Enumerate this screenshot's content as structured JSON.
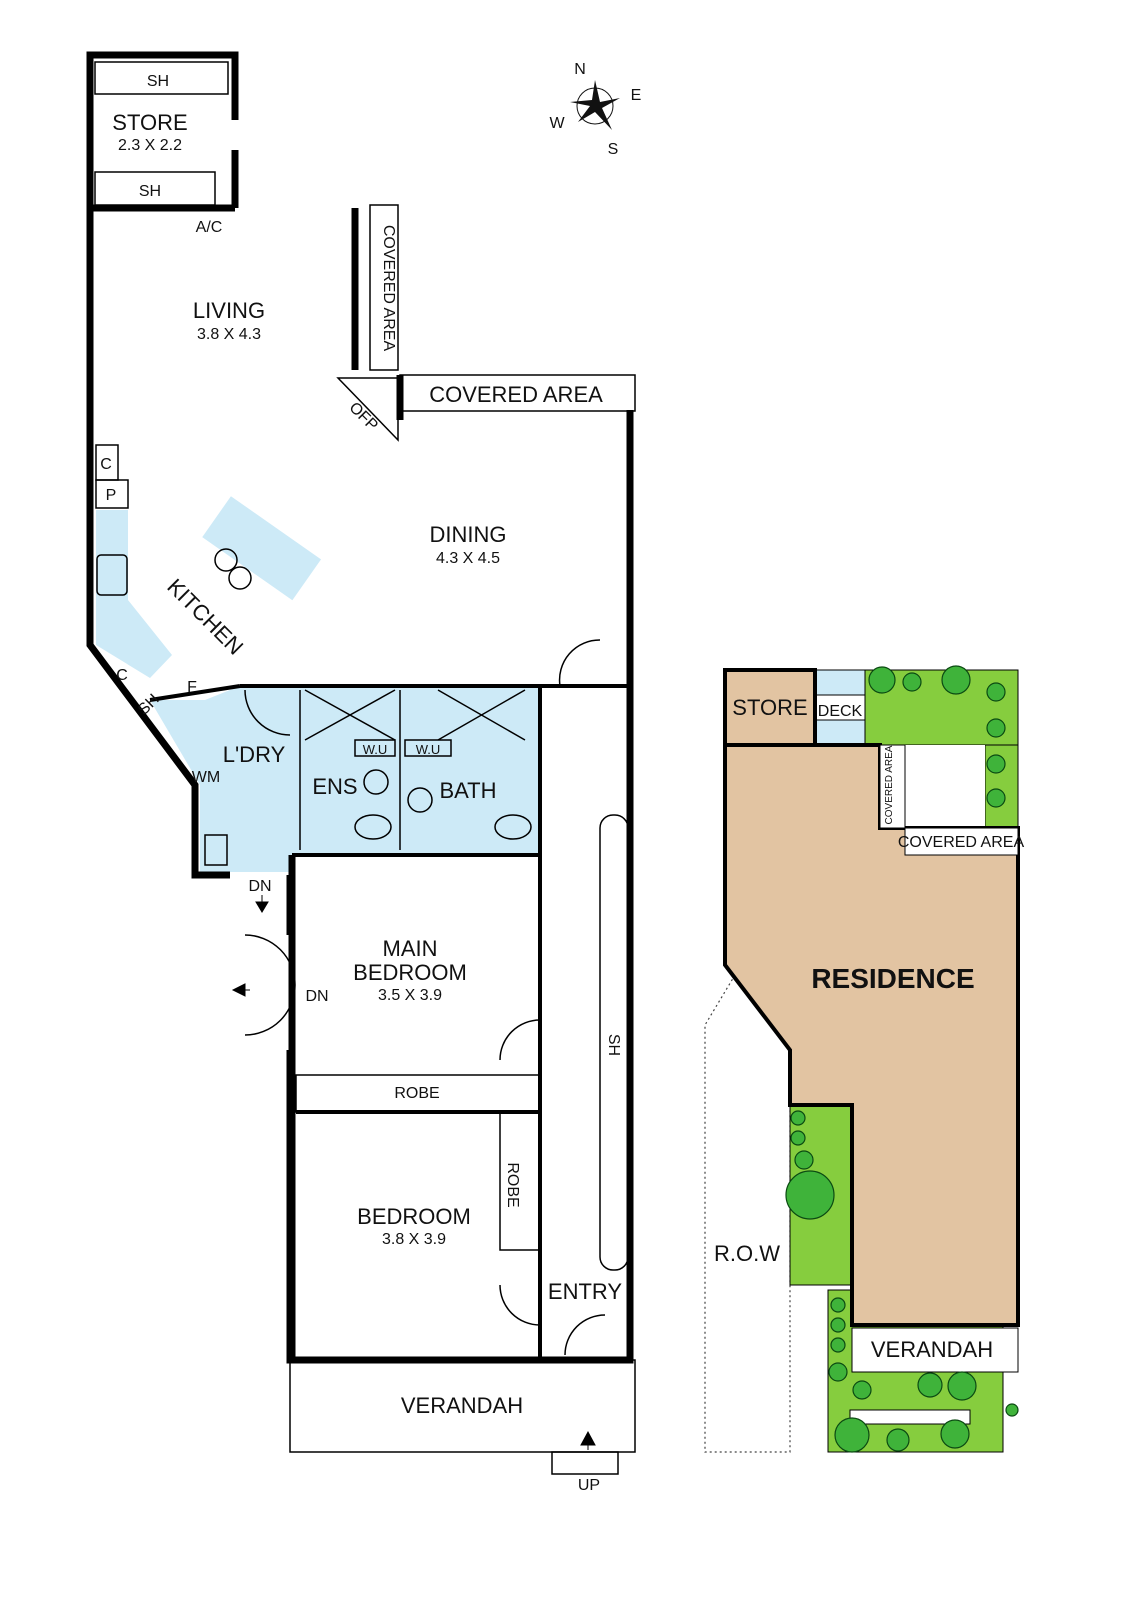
{
  "compass": {
    "n": "N",
    "e": "E",
    "s": "S",
    "w": "W"
  },
  "floor_plan": {
    "store": {
      "name": "STORE",
      "dims": "2.3 X 2.2"
    },
    "shelf_top": "SH",
    "shelf_bottom": "SH",
    "ac": "A/C",
    "living": {
      "name": "LIVING",
      "dims": "3.8 X 4.3"
    },
    "covered_area_side": "COVERED AREA",
    "covered_area_top": "COVERED AREA",
    "ofp": "OFP",
    "dining": {
      "name": "DINING",
      "dims": "4.3 X 4.5"
    },
    "kitchen": "KITCHEN",
    "cupboard_c1": "C",
    "pantry": "P",
    "cupboard_c2": "C",
    "shelf_kitchen": "SH",
    "fridge": "F",
    "laundry": "L'DRY",
    "washing_machine": "WM",
    "ensuite": "ENS",
    "bath": "BATH",
    "wu1": "W.U",
    "wu2": "W.U",
    "dn1": "DN",
    "dn2": "DN",
    "main_bedroom": {
      "name1": "MAIN",
      "name2": "BEDROOM",
      "dims": "3.5 X 3.9"
    },
    "robe1": "ROBE",
    "robe2": "ROBE",
    "bedroom": {
      "name": "BEDROOM",
      "dims": "3.8 X 3.9"
    },
    "hall_shelf": "SH",
    "entry": "ENTRY",
    "verandah": "VERANDAH",
    "up": "UP"
  },
  "site_plan": {
    "store": "STORE",
    "deck": "DECK",
    "covered_area_side": "COVERED AREA",
    "covered_area_bottom": "COVERED AREA",
    "residence": "RESIDENCE",
    "row": "R.O.W",
    "verandah": "VERANDAH"
  },
  "colors": {
    "wet_area": "#cdeaf7",
    "residence": "#e2c4a2",
    "garden": "#86cd3e"
  }
}
